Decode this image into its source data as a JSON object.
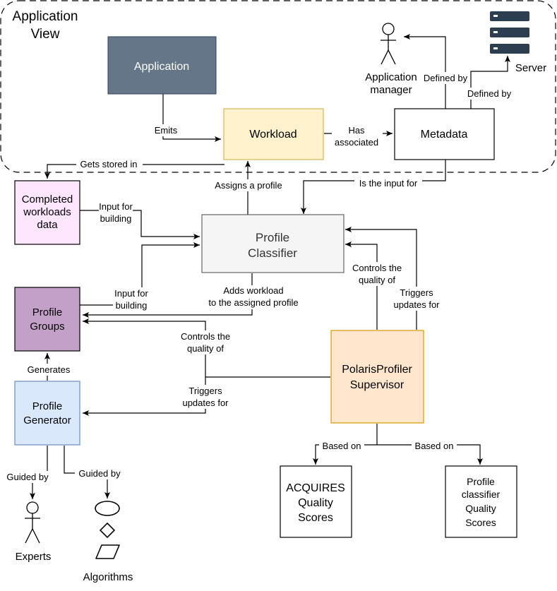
{
  "region": {
    "title_line1": "Application",
    "title_line2": "View"
  },
  "nodes": {
    "application": {
      "label": "Application",
      "fill": "#647687",
      "text_color": "#ffffff"
    },
    "workload": {
      "label": "Workload",
      "fill": "#fff2cc",
      "stroke": "#d6b656"
    },
    "metadata": {
      "label": "Metadata",
      "fill": "#ffffff"
    },
    "completed": {
      "line1": "Completed",
      "line2": "workloads",
      "line3": "data",
      "fill": "#ffe6ff"
    },
    "profile_classifier": {
      "line1": "Profile",
      "line2": "Classifier",
      "fill": "#f5f5f5",
      "stroke": "#666666"
    },
    "profile_groups": {
      "line1": "Profile",
      "line2": "Groups",
      "fill": "#c3a0c8"
    },
    "profile_generator": {
      "line1": "Profile",
      "line2": "Generator",
      "fill": "#dae8fc",
      "stroke": "#6c8ebf"
    },
    "supervisor": {
      "line1": "PolarisProfiler",
      "line2": "Supervisor",
      "fill": "#ffe6cc",
      "stroke": "#d79b00"
    },
    "acquires": {
      "line1": "ACQUIRES",
      "line2": "Quality",
      "line3": "Scores"
    },
    "pc_quality": {
      "line1": "Profile",
      "line2": "classifier",
      "line3": "Quality",
      "line4": "Scores"
    }
  },
  "actors": {
    "app_manager": {
      "line1": "Application",
      "line2": "manager"
    },
    "server": {
      "label": "Server"
    },
    "experts": {
      "label": "Experts"
    },
    "algorithms": {
      "label": "Algorithms"
    }
  },
  "edges": {
    "emits": "Emits",
    "has_associated_1": "Has",
    "has_associated_2": "associated",
    "gets_stored_in": "Gets stored in",
    "assigns_profile": "Assigns a profile",
    "is_input_for": "Is the input for",
    "defined_by_manager": "Defined by",
    "defined_by_server": "Defined by",
    "input_for_building_1a": "Input for",
    "input_for_building_1b": "building",
    "input_for_building_2a": "Input for",
    "input_for_building_2b": "building",
    "adds_workload_1": "Adds workload",
    "adds_workload_2": "to the assigned profile",
    "controls_quality_1a": "Controls the",
    "controls_quality_1b": "quality of",
    "controls_quality_2a": "Controls the",
    "controls_quality_2b": "quality of",
    "triggers_updates_1a": "Triggers",
    "triggers_updates_1b": "updates for",
    "triggers_updates_2a": "Triggers",
    "triggers_updates_2b": "updates for",
    "generates": "Generates",
    "guided_by_experts": "Guided by",
    "guided_by_algorithms": "Guided by",
    "based_on_acquires": "Based on",
    "based_on_pc": "Based on"
  }
}
